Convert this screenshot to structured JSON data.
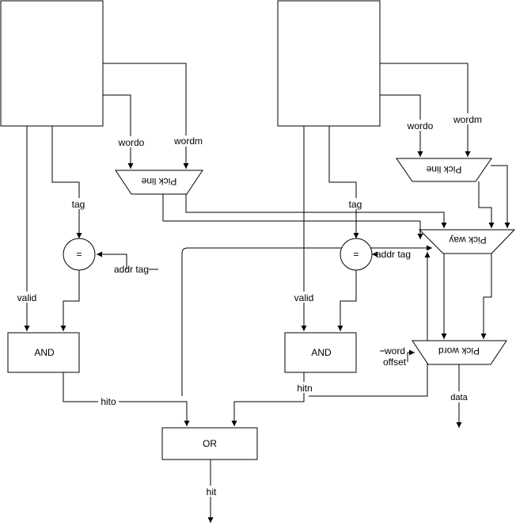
{
  "blocks": {
    "and_left": "AND",
    "and_right": "AND",
    "or_gate": "OR",
    "cmp_left": "=",
    "cmp_right": "="
  },
  "muxes": {
    "pick_line_left": "Pick line",
    "pick_line_right": "Pick line",
    "pick_way": "Pick way",
    "pick_word": "Pick word"
  },
  "labels": {
    "wordo_left": "wordo",
    "wordm_left": "wordm",
    "tag_left": "tag",
    "addr_tag_left": "addr tag",
    "valid_left": "valid",
    "hito": "hito",
    "wordo_right": "wordo",
    "wordm_right": "wordm",
    "tag_right": "tag",
    "addr_tag_right": "addr tag",
    "valid_right": "valid",
    "hitn": "hitn",
    "word_line1": "word",
    "word_line2": "offset",
    "data": "data",
    "hit": "hit"
  }
}
